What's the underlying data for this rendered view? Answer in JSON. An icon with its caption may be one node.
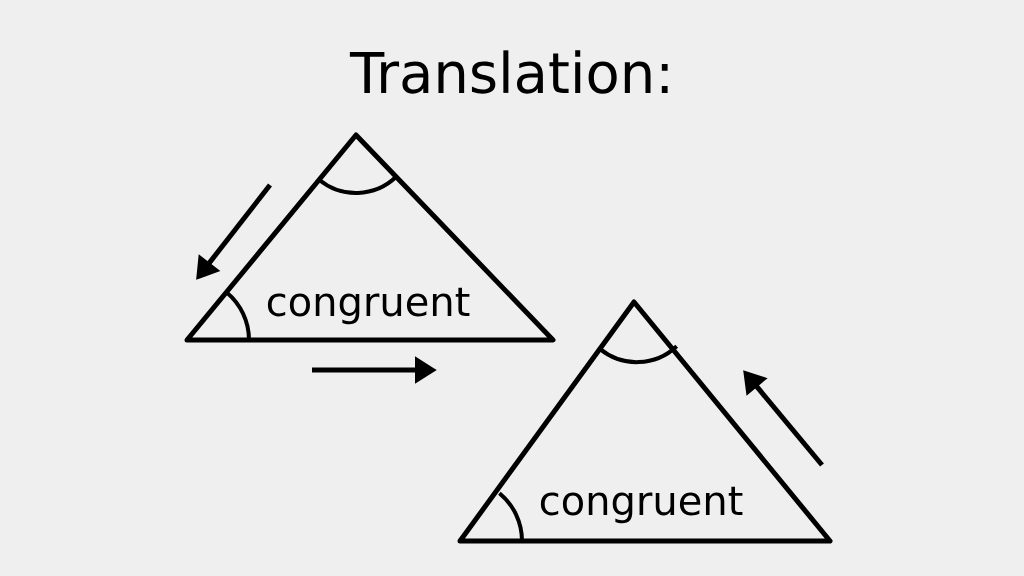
{
  "diagram": {
    "title": "Translation:",
    "nodes": [
      {
        "text": [
          "congruent"
        ]
      },
      {
        "text": [
          "congruent"
        ]
      }
    ]
  }
}
